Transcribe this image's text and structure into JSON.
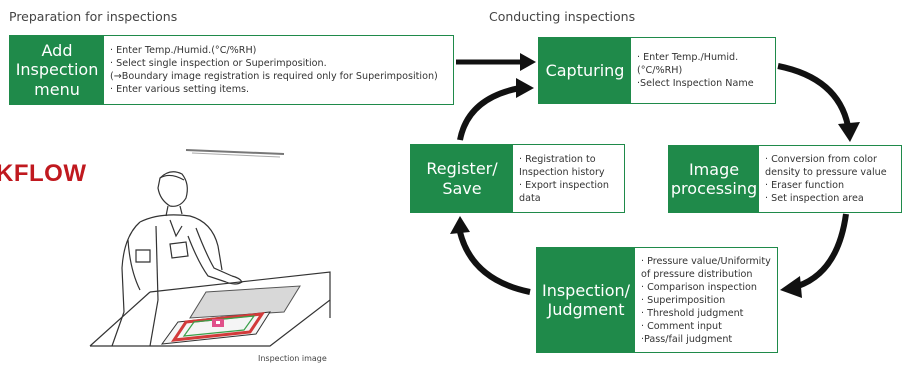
{
  "headings": {
    "preparation": "Preparation for  inspections",
    "conducting": "Conducting inspections"
  },
  "steps": {
    "add": {
      "label": "Add\nInspection\nmenu",
      "items": [
        "· Enter Temp./Humid.(°C/%RH)",
        "· Select single inspection or Superimposition.",
        "  (→Boundary image registration is required only for Superimposition)",
        "· Enter various setting items."
      ]
    },
    "capturing": {
      "label": "Capturing",
      "items": [
        "· Enter Temp./Humid.",
        "  (°C/%RH)",
        "·Select Inspection Name"
      ]
    },
    "image_processing": {
      "label": "Image\nprocessing",
      "items": [
        "· Conversion from color",
        "  density to pressure value",
        "· Eraser function",
        "· Set inspection area"
      ]
    },
    "inspection": {
      "label": "Inspection/\nJudgment",
      "items": [
        "· Pressure value/Uniformity",
        "  of pressure distribution",
        "· Comparison inspection",
        "· Superimposition",
        "· Threshold judgment",
        "· Comment input",
        "·Pass/fail judgment"
      ]
    },
    "register": {
      "label": "Register/\nSave",
      "items": [
        "· Registration to",
        "  Inspection history",
        "· Export inspection",
        "  data"
      ]
    }
  },
  "overlay_text": "KFLOW",
  "illustration_caption": "Inspection image",
  "colors": {
    "accent": "#1f8a4a",
    "arrow": "#111111",
    "overlay": "#c0191f"
  }
}
